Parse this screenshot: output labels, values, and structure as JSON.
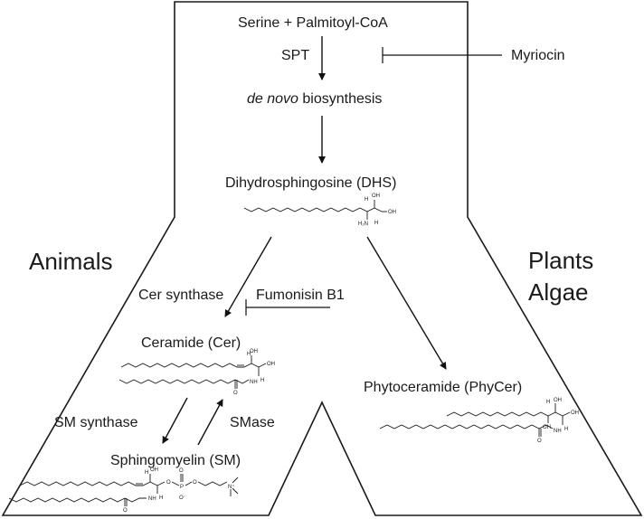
{
  "diagram": {
    "regions": {
      "left": "Animals",
      "right_line1": "Plants",
      "right_line2": "Algae"
    },
    "nodes": {
      "start": "Serine + Palmitoyl-CoA",
      "enzyme_spt": "SPT",
      "inhibitor_myriocin": "Myriocin",
      "denovo_italic": "de novo",
      "denovo_rest": " biosynthesis",
      "dhs": "Dihydrosphingosine (DHS)",
      "cer_synthase": "Cer synthase",
      "inhibitor_fumonisin": "Fumonisin B1",
      "ceramide": "Ceramide (Cer)",
      "sm_synthase": "SM synthase",
      "smase": "SMase",
      "sphingomyelin": "Sphingomyelin (SM)",
      "phytoceramide": "Phytoceramide (PhyCer)"
    },
    "atoms": {
      "H": "H",
      "OH": "OH",
      "H2N": "H₂N",
      "NH": "NH",
      "O": "O",
      "P": "P",
      "O_minus": "O⁻",
      "N_plus": "N⁺"
    },
    "colors": {
      "ink": "#1a1a1a",
      "background": "#ffffff"
    }
  }
}
